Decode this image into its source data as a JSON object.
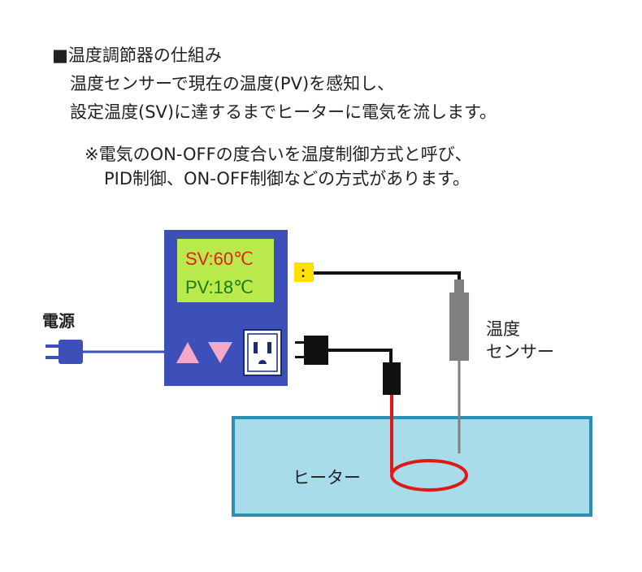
{
  "header": {
    "title_marker": "■",
    "title": "温度調節器の仕組み",
    "line1": "温度センサーで現在の温度(PV)を感知し、",
    "line2": "設定温度(SV)に達するまでヒーターに電気を流します。",
    "note1": "※電気のON-OFFの度合いを温度制御方式と呼び、",
    "note2": "PID制御、ON-OFF制御などの方式があります。"
  },
  "diagram": {
    "power_label": "電源",
    "sv_readout": "SV:60℃",
    "pv_readout": "PV:18℃",
    "terminal_glyph": ":",
    "sensor_label_line1": "温度",
    "sensor_label_line2": "センサー",
    "heater_label": "ヒーター"
  },
  "colors": {
    "controller_body": "#3d4fb8",
    "display_bg": "#b9e94a",
    "sv_text": "#e02020",
    "pv_text": "#1a7a1a",
    "arrow_buttons": "#f4a9c8",
    "water": "#a8dcea",
    "tank_border": "#2a8fb5",
    "heater_wire": "#e01818",
    "sensor_probe": "#808080",
    "terminal": "#ffe000"
  }
}
